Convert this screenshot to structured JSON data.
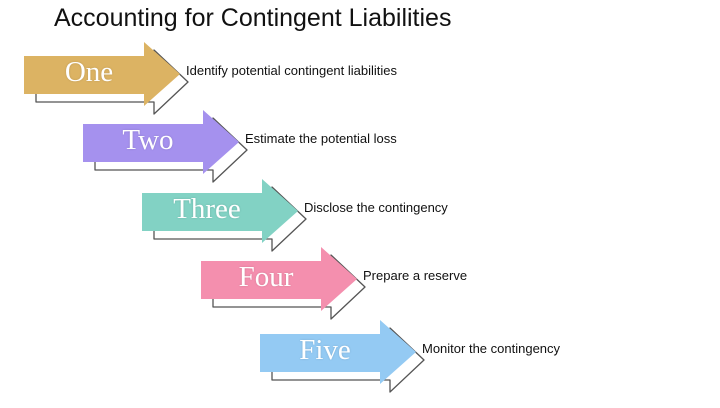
{
  "title": "Accounting for Contingent Liabilities",
  "steps": [
    {
      "number": "One",
      "text": "Identify potential contingent liabilities",
      "color": "#dcb363"
    },
    {
      "number": "Two",
      "text": "Estimate the potential loss",
      "color": "#a591ee"
    },
    {
      "number": "Three",
      "text": "Disclose the contingency",
      "color": "#82d2c4"
    },
    {
      "number": "Four",
      "text": "Prepare a reserve",
      "color": "#f48fae"
    },
    {
      "number": "Five",
      "text": "Monitor the contingency",
      "color": "#94caf3"
    }
  ]
}
